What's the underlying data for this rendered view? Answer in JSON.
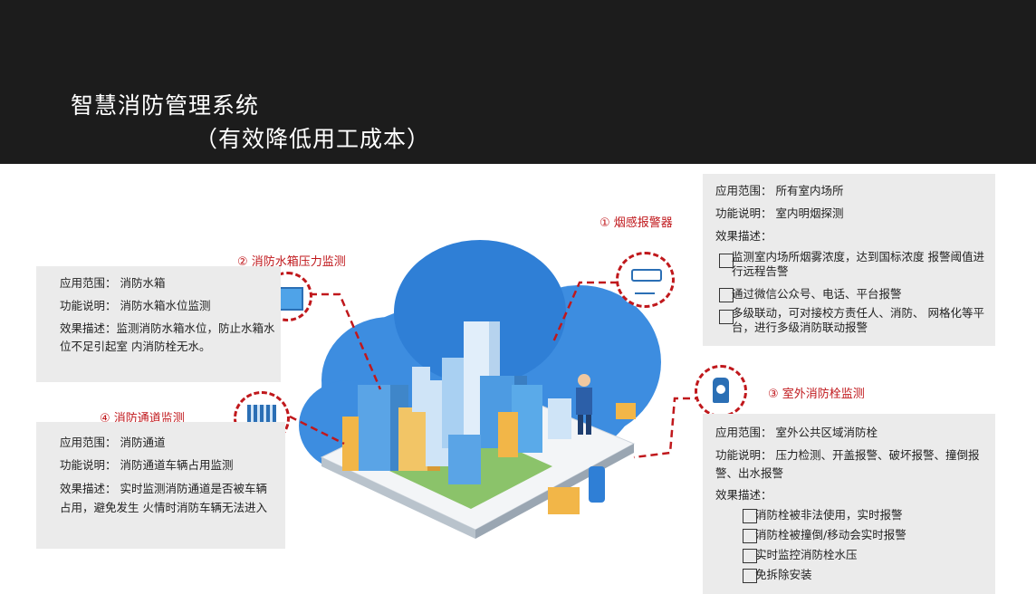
{
  "header": {
    "title": "智慧消防管理系统",
    "subtitle": "（有效降低用工成本）"
  },
  "sections": {
    "smoke": {
      "title": "① 烟感报警器",
      "scope": "应用范围：  所有室内场所",
      "function": "功能说明：  室内明烟探测",
      "effect_label": "效果描述：",
      "effects": [
        "监测室内场所烟雾浓度，达到国标浓度  报警阈值进行远程告警",
        "通过微信公众号、电话、平台报警",
        "多级联动，可对接校方责任人、消防、  网格化等平台，进行多级消防联动报警"
      ]
    },
    "water_tank": {
      "title": "② 消防水箱压力监测",
      "scope": "应用范围：  消防水箱",
      "function": "功能说明：  消防水箱水位监测",
      "effect": "效果描述：监测消防水箱水位，防止水箱水位不足引起室 内消防栓无水。"
    },
    "hydrant": {
      "title": "③ 室外消防栓监测",
      "scope": "应用范围：  室外公共区域消防栓",
      "function": "功能说明：  压力检测、开盖报警、破坏报警、撞倒报警、出水报警",
      "effect_label": "效果描述：",
      "effects": [
        "消防栓被非法使用，实时报警",
        "消防栓被撞倒/移动会实时报警",
        "实时监控消防栓水压",
        "免拆除安装"
      ]
    },
    "passage": {
      "title": "④ 消防通道监测",
      "scope": "应用范围：  消防通道",
      "function": "功能说明：  消防通道车辆占用监测",
      "effect": "效果描述：  实时监测消防通道是否被车辆占用，避免发生 火情时消防车辆无法进入"
    }
  },
  "icons": {
    "smoke": "smoke-detector-icon",
    "water_tank": "water-tank-icon",
    "hydrant": "fire-hydrant-icon",
    "passage": "passage-sensor-icon"
  },
  "colors": {
    "accent": "#c0181c",
    "panel": "#ebebeb",
    "header": "#1c1c1c"
  }
}
